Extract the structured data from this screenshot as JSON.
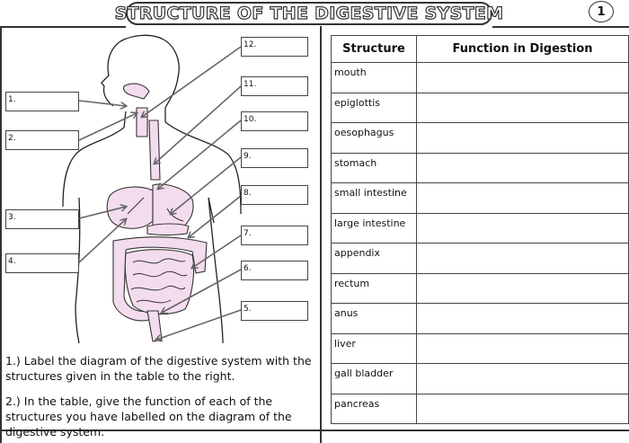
{
  "title": "STRUCTURE OF THE DIGESTIVE SYSTEM",
  "page_number": "1",
  "diagram_labels": [
    "1.",
    "2.",
    "3.",
    "4.",
    "5.",
    "6.",
    "7.",
    "8.",
    "9.",
    "10.",
    "11.",
    "12."
  ],
  "instructions": {
    "step1": "1.) Label the diagram of the digestive system with the structures given in the table to the right.",
    "step2": "2.) In the table, give the function of each of the structures you have labelled on the diagram of the digestive system."
  },
  "table": {
    "headers": [
      "Structure",
      "Function in Digestion"
    ],
    "rows": [
      "mouth",
      "epiglottis",
      "oesophagus",
      "stomach",
      "small intestine",
      "large intestine",
      "appendix",
      "rectum",
      "anus",
      "liver",
      "gall bladder",
      "pancreas"
    ]
  },
  "colors": {
    "organ_fill": "#f3dcee",
    "arrow": "#666666",
    "border": "#333333"
  }
}
